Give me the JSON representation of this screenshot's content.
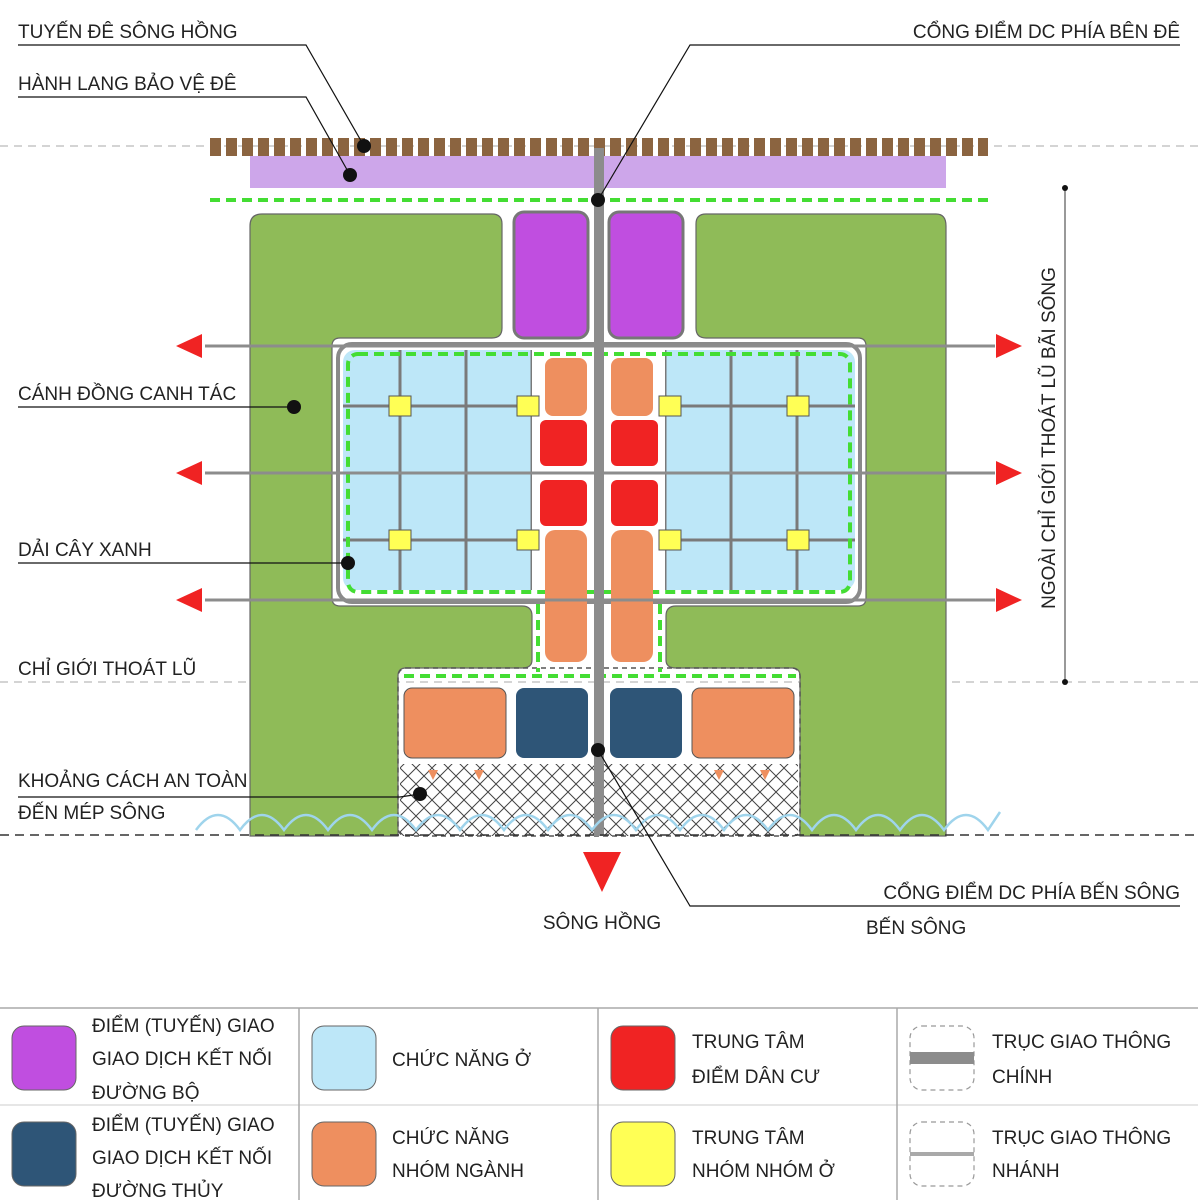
{
  "labels": {
    "tuyen_de": "TUYẾN ĐÊ SÔNG HỒNG",
    "hanh_lang": "HÀNH LANG BẢO VỆ ĐÊ",
    "canh_dong": "CÁNH ĐỒNG CANH TÁC",
    "dai_cay_xanh": "DẢI CÂY XANH",
    "chi_gioi_thoat_lu": "CHỈ GIỚI THOÁT LŨ",
    "khoang_cach_1": "KHOẢNG CÁCH AN TOÀN",
    "khoang_cach_2": "ĐẾN MÉP SÔNG",
    "cong_diem_de": "CỔNG ĐIỂM DC PHÍA BÊN ĐÊ",
    "cong_diem_song": "CỔNG ĐIỂM DC PHÍA BẾN SÔNG",
    "ben_song": "BẾN SÔNG",
    "song_hong": "SÔNG HỒNG",
    "ngoai_chi_gioi": "NGOÀI CHỈ GIỚI THOÁT LŨ BÃI SÔNG"
  },
  "legend": {
    "items": [
      {
        "lines": [
          "ĐIỂM (TUYẾN) GIAO",
          "GIAO DỊCH KẾT NỐI",
          "ĐƯỜNG BỘ"
        ],
        "color": "#c04ee0"
      },
      {
        "lines": [
          "ĐIỂM (TUYẾN) GIAO",
          "GIAO DỊCH KẾT NỐI",
          "ĐƯỜNG THỦY"
        ],
        "color": "#2e5577"
      },
      {
        "lines": [
          "CHỨC NĂNG Ở"
        ],
        "color": "#bde7f8"
      },
      {
        "lines": [
          "CHỨC NĂNG",
          "NHÓM NGÀNH"
        ],
        "color": "#ee8f5f"
      },
      {
        "lines": [
          "TRUNG TÂM",
          "ĐIỂM DÂN CƯ"
        ],
        "color": "#f02323"
      },
      {
        "lines": [
          "TRUNG TÂM",
          "NHÓM NHÓM Ở"
        ],
        "color": "#ffff55"
      },
      {
        "lines": [
          "TRỤC GIAO THÔNG",
          "CHÍNH"
        ],
        "color": "#8c8c8c"
      },
      {
        "lines": [
          "TRỤC GIAO THÔNG",
          "NHÁNH"
        ],
        "color": "#a9a9a9"
      }
    ]
  },
  "colors": {
    "field_green": "#8fbb58",
    "dike_brown": "#8b6440",
    "corridor_lavender": "#cda6ea",
    "flood_line_green": "#44dd33",
    "arrow_red": "#f02323"
  }
}
